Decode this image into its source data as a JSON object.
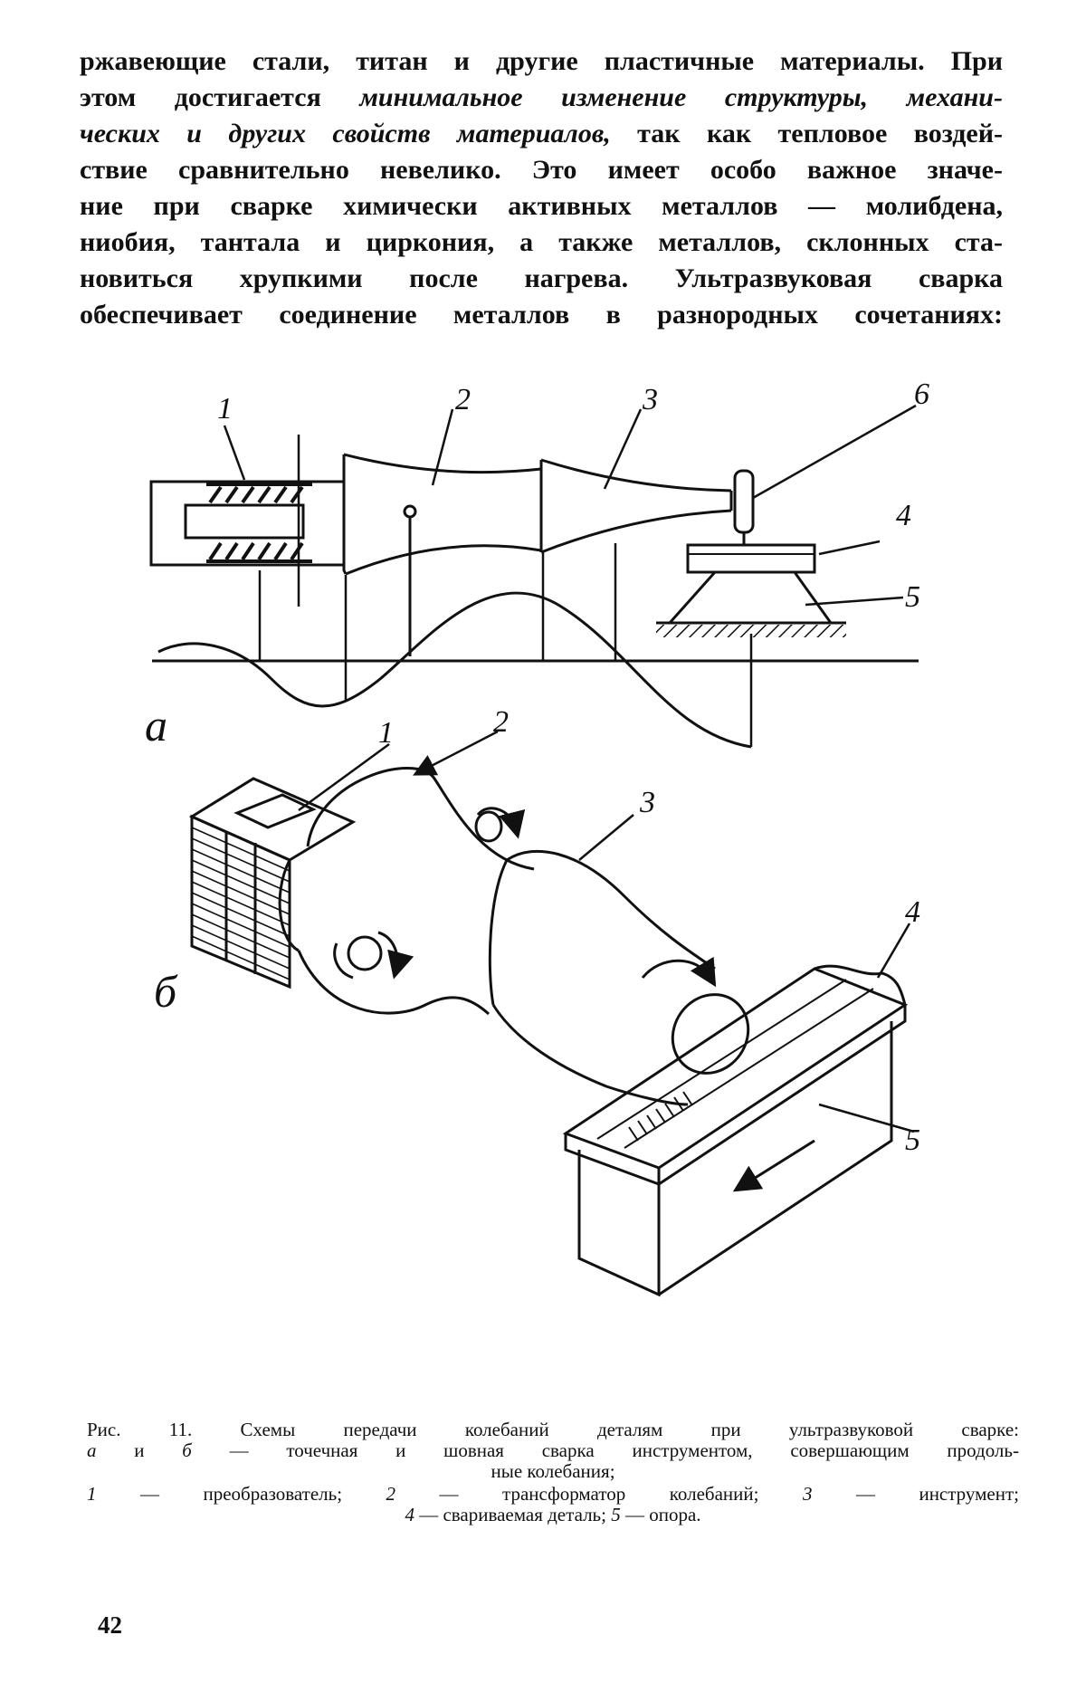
{
  "body_text": {
    "lines": [
      "ржавеющие стали, титан и другие пластичные материалы. При",
      null,
      null,
      "ствие сравнительно невелико. Это имеет особо важное значе-",
      "ние при сварке химически  активных  металлов — молибдена,",
      "ниобия, тантала и циркония, а также металлов, склонных ста-",
      "новиться хрупкими после нагрева.  Ультразвуковая  сварка",
      "обеспечивает соединение металлов в разнородных сочетаниях:"
    ],
    "line2_start": "этом достигается ",
    "line2_italic": "минимальное изменение структуры, механи-",
    "line3_italic": "ческих и других свойств материалов,",
    "line3_end": " так как тепловое воздей-"
  },
  "figure": {
    "panel_a": {
      "panel_label": "а",
      "labels": [
        "1",
        "2",
        "3",
        "6",
        "4",
        "5"
      ]
    },
    "panel_b": {
      "panel_label": "б",
      "labels": [
        "1",
        "2",
        "3",
        "4",
        "5"
      ]
    }
  },
  "caption": {
    "line1": "Рис. 11. Схемы передачи колебаний деталям при ультразвуковой сварке:",
    "line2_a": "а",
    "line2_mid": " и ",
    "line2_b": "б",
    "line2_rest": " — точечная и шовная сварка инструментом, совершающим продоль-",
    "line3": "ные колебания;",
    "line4_n1": "1",
    "line4_t1": " — преобразователь; ",
    "line4_n2": "2",
    "line4_t2": " — трансформатор  колебаний; ",
    "line4_n3": "3",
    "line4_t3": " — инструмент;",
    "line5_n4": "4",
    "line5_t4": " — свариваемая деталь; ",
    "line5_n5": "5",
    "line5_t5": " — опора."
  },
  "page_number": "42"
}
